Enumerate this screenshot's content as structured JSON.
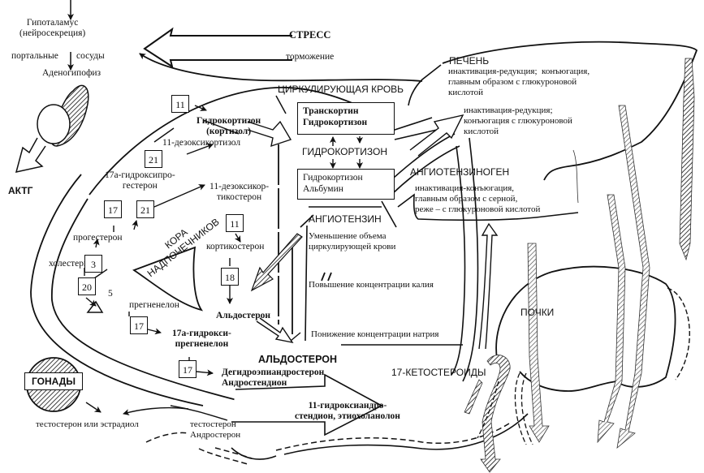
{
  "diagram": {
    "top_labels": {
      "hypothalamus": "Гипоталамус\n(нейросекреция)",
      "portal_left": "портальные",
      "portal_right": "сосуды",
      "adenohypophysis": "Аденогипофиз",
      "acth": "АКТГ",
      "stress": "СТРЕСС",
      "inhibition": "торможение",
      "circulating_blood": "ЦИРКУЛИРУЮЩАЯ КРОВЬ"
    },
    "adrenal_cortex_label": "КОРА\nНАДПОЧЕЧНИКОВ",
    "steroids": {
      "hydrocortisone": "Гидрокортизон\n(кортизол)",
      "deoxycortisol": "11-дезоксикортизол",
      "hydroxyprogesterone": "17а-гидроксипро-\nгестерон",
      "deoxycorticosterone": "11-дезоксикор-\nтикостерон",
      "progesterone": "прогестерон",
      "corticosterone": "кортикостерон",
      "cholesterol": "холестерин",
      "pregnenolone": "прегненелон",
      "aldosterone_small": "Альдостерон",
      "hydroxypregnenolone": "17а-гидрокси-\nпрегненелон",
      "aldosterone_main": "АЛЬДОСТЕРОН",
      "dhea": "Дегидроэпиандростерон\nАндростендион",
      "hydroxyandrostenedione": "11-гидроксиандро-\nстендион, этиохоланолон",
      "ketosteroids": "17-КЕТОСТЕРОИДЫ"
    },
    "enzymes": [
      {
        "id": "enz-11-top",
        "value": "11"
      },
      {
        "id": "enz-21-top",
        "value": "21"
      },
      {
        "id": "enz-17-left",
        "value": "17"
      },
      {
        "id": "enz-21-mid",
        "value": "21"
      },
      {
        "id": "enz-11-mid",
        "value": "11"
      },
      {
        "id": "enz-3",
        "value": "3"
      },
      {
        "id": "enz-20",
        "value": "20"
      },
      {
        "id": "enz-18",
        "value": "18"
      },
      {
        "id": "enz-17-preg",
        "value": "17"
      },
      {
        "id": "enz-17-dhea",
        "value": "17"
      }
    ],
    "enzyme_5_label": "5",
    "blood_boxes": {
      "transcortin": "Транскортин\nГидрокортизон",
      "free_hydrocortisone": "ГИДРОКОРТИЗОН",
      "albumin": "Гидрокортизон\nАльбумин"
    },
    "liver": {
      "title": "ПЕЧЕНЬ",
      "text1": "инактивация-редукция;  конъюгация,\nглавным образом с глюкуроновой\nкислотой",
      "text2": "инактивация-редукция;\nконъюгация с глюкуроновой\nкислотой"
    },
    "angiotensinogen": {
      "title": "АНГИОТЕНЗИНОГЕН",
      "text": "инактивация-конъюгация,\nглавным образом с серной,\nреже – с глюкуроновой кислотой"
    },
    "angiotensin": {
      "title": "АНГИОТЕНЗИН",
      "volume": "Уменьшение объема\nциркулирующей крови",
      "potassium": "Повышение концентрации калия",
      "sodium": "Понижение концентрации натрия"
    },
    "kidneys": "ПОЧКИ",
    "gonads": {
      "title": "ГОНАДЫ",
      "output": "тестостерон или эстрадиол",
      "metabolites": "тестостерон\nАндростерон"
    }
  }
}
